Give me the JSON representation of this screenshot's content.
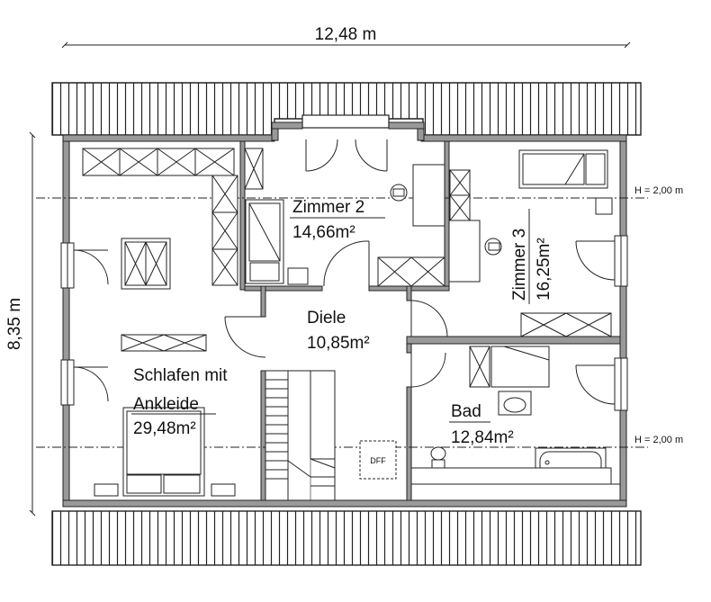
{
  "dimensions": {
    "width": "12,48 m",
    "height": "8,35 m",
    "height_marker_top": "H = 2,00 m",
    "height_marker_bottom": "H = 2,00 m"
  },
  "rooms": {
    "zimmer2": {
      "name": "Zimmer 2",
      "area": "14,66m²"
    },
    "zimmer3": {
      "name": "Zimmer 3",
      "area": "16,25m²"
    },
    "diele": {
      "name": "Diele",
      "area": "10,85m²"
    },
    "schlafen": {
      "name_line1": "Schlafen mit",
      "name_line2": "Ankleide",
      "area": "29,48m²"
    },
    "bad": {
      "name": "Bad",
      "area": "12,84m²"
    }
  },
  "labels": {
    "dff": "DFF"
  }
}
